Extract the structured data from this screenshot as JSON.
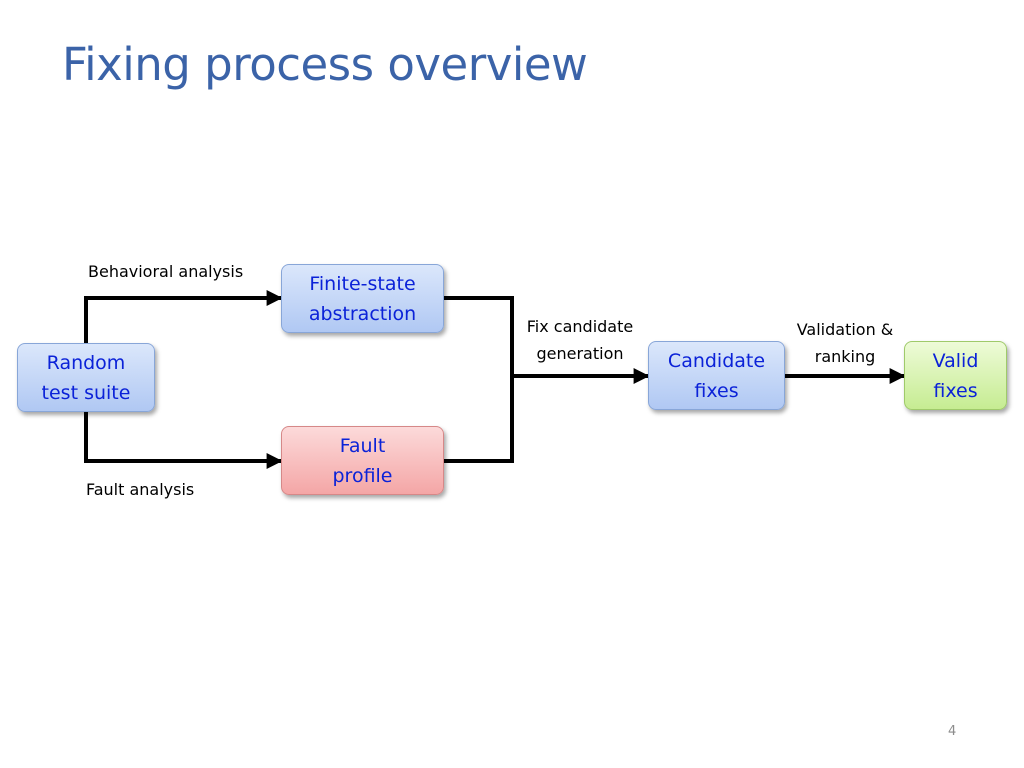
{
  "title": "Fixing process overview",
  "page_number": "4",
  "nodes": {
    "random_test_suite": {
      "lines": [
        "Random",
        "test suite"
      ]
    },
    "finite_state_abstraction": {
      "lines": [
        "Finite-state",
        "abstraction"
      ]
    },
    "fault_profile": {
      "lines": [
        "Fault",
        "profile"
      ]
    },
    "candidate_fixes": {
      "lines": [
        "Candidate",
        "fixes"
      ]
    },
    "valid_fixes": {
      "lines": [
        "Valid",
        "fixes"
      ]
    }
  },
  "edges": {
    "behavioral_analysis": {
      "lines": [
        "Behavioral analysis"
      ]
    },
    "fault_analysis": {
      "lines": [
        "Fault analysis"
      ]
    },
    "fix_candidate_generation": {
      "lines": [
        "Fix candidate",
        "generation"
      ]
    },
    "validation_ranking": {
      "lines": [
        "Validation &",
        "ranking"
      ]
    }
  },
  "colors": {
    "title": "#3b63a8",
    "node_text": "#0b22d8",
    "blue_node": "#c3d6f7",
    "red_node": "#f8c0c0",
    "green_node": "#d8f3b0",
    "connector": "#000000"
  }
}
